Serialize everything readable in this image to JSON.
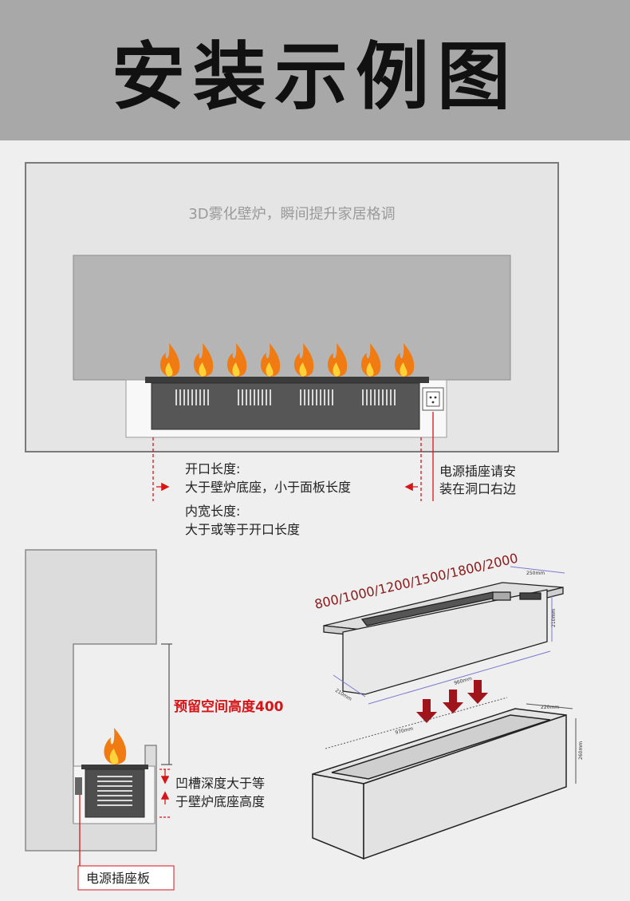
{
  "title": "安装示例图",
  "wall_slogan": "3D雾化壁炉，瞬间提升家居格调",
  "opening_note": {
    "line1": "开口长度:",
    "line2": "大于壁炉底座，小于面板长度"
  },
  "inner_note": {
    "line1": "内宽长度:",
    "line2": "大于或等于开口长度"
  },
  "socket_note": {
    "line1": "电源插座请安",
    "line2": "装在洞口右边"
  },
  "reserve_height": "预留空间高度400",
  "groove_note": {
    "line1": "凹槽深度大于等",
    "line2": "于壁炉底座高度"
  },
  "power_board": "电源插座板",
  "lengths": "800/1000/1200/1500/1800/2000",
  "dims": {
    "unit_depth": "250mm",
    "unit_height": "210mm",
    "unit_length": "960mm",
    "unit_width_small": "210mm",
    "niche_length": "970mm",
    "niche_depth": "220mm",
    "niche_height": "260mm"
  },
  "colors": {
    "header_bg": "#a8a8a8",
    "annotation_red": "#d61518",
    "flame_orange": "#f07b12",
    "fireplace_dark": "#4e4e4e"
  }
}
